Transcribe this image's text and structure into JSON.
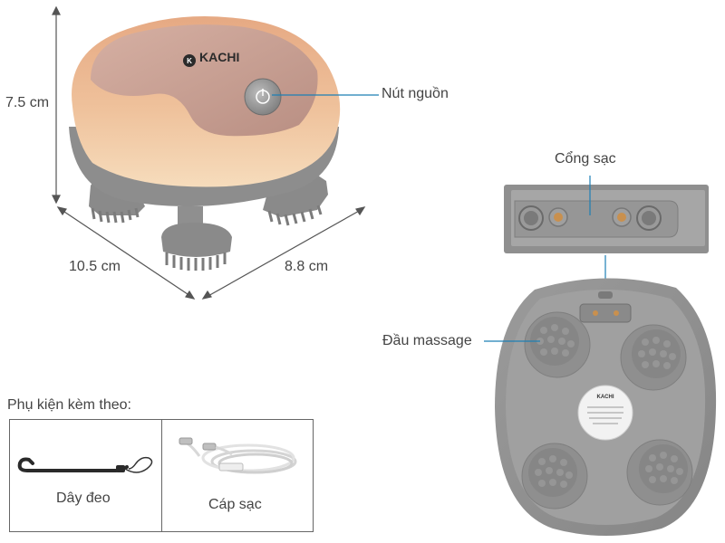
{
  "dimensions": {
    "height": "7.5 cm",
    "length": "10.5 cm",
    "width": "8.8 cm"
  },
  "callouts": {
    "power_button": "Nút nguồn",
    "charging_port": "Cổng sạc",
    "massage_head": "Đầu massage"
  },
  "device": {
    "brand": "KACHI",
    "brand_tagline": "KACHI",
    "colors": {
      "shell_top": "#e9b592",
      "shell_bottom": "#f3cfa8",
      "top_panel": "#caa295",
      "base_gray": "#8e8e8e",
      "head_gray": "#8c8c8c"
    }
  },
  "accessories": {
    "heading": "Phụ kiện kèm theo:",
    "items": [
      {
        "label": "Dây đeo",
        "icon": "strap-icon"
      },
      {
        "label": "Cáp sạc",
        "icon": "cable-icon"
      }
    ]
  }
}
